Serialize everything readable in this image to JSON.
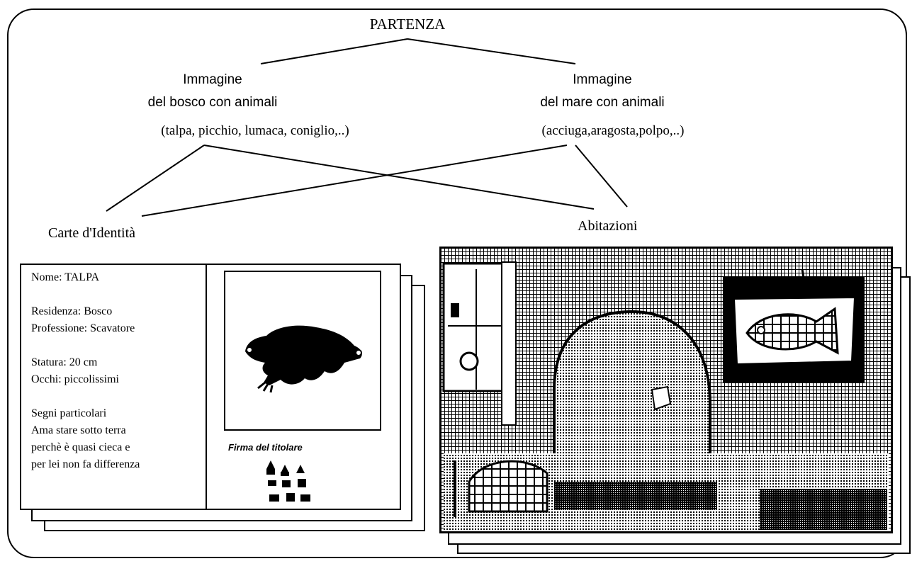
{
  "root": {
    "label": "PARTENZA"
  },
  "left_branch": {
    "line1": "Immagine",
    "line2": "del bosco con animali",
    "line3": "(talpa, picchio, lumaca, coniglio,..)"
  },
  "right_branch": {
    "line1": "Immagine",
    "line2": "del mare con animali",
    "line3": "(acciuga,aragosta,polpo,..)"
  },
  "targets": {
    "id_cards": "Carte d'Identità",
    "houses": "Abitazioni"
  },
  "id_card": {
    "name": "Nome: TALPA",
    "residence": "Residenza: Bosco",
    "profession": "Professione: Scavatore",
    "height": "Statura: 20 cm",
    "eyes": "Occhi: piccolissimi",
    "marks_title": "Segni particolari",
    "marks_1": "Ama stare sotto terra",
    "marks_2": "perchè è quasi cieca e",
    "marks_3": "per lei non fa differenza",
    "signature_label": "Firma del titolare",
    "photo_icon": "mole-silhouette",
    "signature_icon": "paw-prints"
  },
  "house": {
    "picture_icon": "fish-painting",
    "scene_icon": "underground-den"
  }
}
